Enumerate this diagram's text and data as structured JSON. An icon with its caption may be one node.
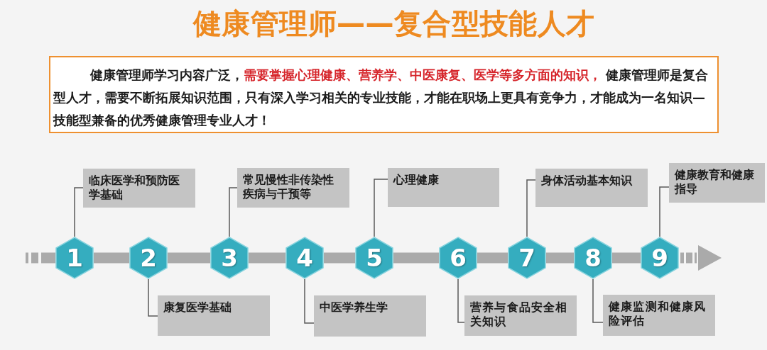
{
  "diagram": {
    "title": "健康管理师——复合型技能人才",
    "nodes": [
      {
        "text": [
          "健康管理师学习内容广泛，**需要掌握心理健康、营养学、中医康复、医学等多方面的知识，** 健康管理师是复合型人才，需要不断拓展知识范围，只有深入学习相关的专业技能，才能在职场上更具有竞争力，才能成为一名知识—技能型兼备的优秀健康管理专业人才！"
        ]
      },
      {
        "text": [
          "1"
        ]
      },
      {
        "text": [
          "2"
        ]
      },
      {
        "text": [
          "3"
        ]
      },
      {
        "text": [
          "4"
        ]
      },
      {
        "text": [
          "5"
        ]
      },
      {
        "text": [
          "6"
        ]
      },
      {
        "text": [
          "7"
        ]
      },
      {
        "text": [
          "8"
        ]
      },
      {
        "text": [
          "9"
        ]
      },
      {
        "text": [
          "临床医学和预防医学基础"
        ]
      },
      {
        "text": [
          "康复医学基础"
        ]
      },
      {
        "text": [
          "常见慢性非传染性疾病与干预等"
        ]
      },
      {
        "text": [
          "中医学养生学"
        ]
      },
      {
        "text": [
          "心理健康"
        ]
      },
      {
        "text": [
          "营养与食品安全相关知识"
        ]
      },
      {
        "text": [
          "身体活动基本知识"
        ]
      },
      {
        "text": [
          "健康监测和健康风险评估"
        ]
      },
      {
        "text": [
          "健康教育和健康指导"
        ]
      }
    ],
    "edges": [
      {
        "from": 10,
        "to": 1,
        "arrow": "none"
      },
      {
        "from": 11,
        "to": 2,
        "arrow": "none"
      },
      {
        "from": 12,
        "to": 3,
        "arrow": "none"
      },
      {
        "from": 13,
        "to": 4,
        "arrow": "none"
      },
      {
        "from": 14,
        "to": 5,
        "arrow": "none"
      },
      {
        "from": 15,
        "to": 6,
        "arrow": "none"
      },
      {
        "from": 16,
        "to": 7,
        "arrow": "none"
      },
      {
        "from": 17,
        "to": 8,
        "arrow": "none"
      },
      {
        "from": 18,
        "to": 9,
        "arrow": "none"
      },
      {
        "from": null,
        "to": 1,
        "arrow": "none",
        "style": "dashed",
        "color": "#aaaaaa"
      },
      {
        "from": 1,
        "to": 2,
        "arrow": "none",
        "style": "thick",
        "color": "#aaaaaa"
      },
      {
        "from": 2,
        "to": 3,
        "arrow": "none",
        "style": "thick",
        "color": "#aaaaaa"
      },
      {
        "from": 3,
        "to": 4,
        "arrow": "none",
        "style": "thick",
        "color": "#aaaaaa"
      },
      {
        "from": 4,
        "to": 5,
        "arrow": "none",
        "style": "thick",
        "color": "#aaaaaa"
      },
      {
        "from": 5,
        "to": 6,
        "arrow": "none",
        "style": "thick",
        "color": "#aaaaaa"
      },
      {
        "from": 6,
        "to": 7,
        "arrow": "none",
        "style": "thick",
        "color": "#aaaaaa"
      },
      {
        "from": 7,
        "to": 8,
        "arrow": "none",
        "style": "thick",
        "color": "#aaaaaa"
      },
      {
        "from": 8,
        "to": 9,
        "arrow": "none",
        "style": "thick",
        "color": "#aaaaaa"
      }
    ]
  }
}
